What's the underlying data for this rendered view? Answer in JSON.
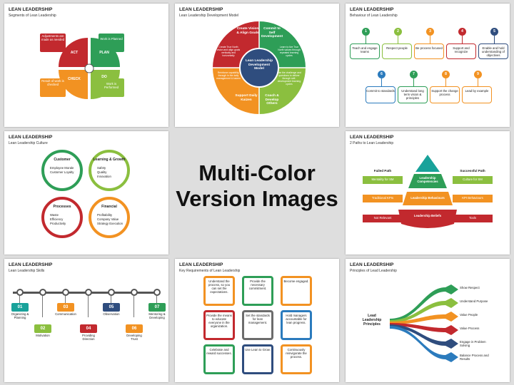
{
  "center": {
    "line1": "Multi-Color",
    "line2": "Version Images"
  },
  "s1": {
    "title": "LEAN LEADERSHIP",
    "subtitle": "Segments of Lean Leadership",
    "callouts": [
      "Adjustments are made as needed",
      "Work is Planned",
      "Result of work is checked",
      "Work is Performed"
    ],
    "quads": [
      "ACT",
      "PLAN",
      "CHECK",
      "DO"
    ]
  },
  "s2": {
    "title": "LEAN LEADERSHIP",
    "subtitle": "Lean Leadership Development Model",
    "segments": [
      "Create Vision & Align Goals",
      "Commit to Self Development",
      "Coach & Develop Others",
      "Support Daily Kaizen"
    ],
    "center": "Lean Leadership Development Model",
    "notes": [
      "Create True North vision and align goals vertically and horizontally",
      "Learn to live True North values through repeated learning cycles",
      "Use the challenge and questions to deliver through self-development learning cycles",
      "Reinforce capability, through in the daily management & kaizen"
    ]
  },
  "s3": {
    "title": "LEAN LEADERSHIP",
    "subtitle": "Behaviour of Lean Leadership",
    "row1": [
      {
        "n": "1",
        "t": "Teach and engage teams"
      },
      {
        "n": "2",
        "t": "Respect people"
      },
      {
        "n": "3",
        "t": "Be process focused"
      },
      {
        "n": "4",
        "t": "Support and recognize"
      },
      {
        "n": "5",
        "t": "Enable and hold understanding of objectives"
      }
    ],
    "row2": [
      {
        "n": "6",
        "t": "Commit to standards"
      },
      {
        "n": "7",
        "t": "Understand long term vision & principles"
      },
      {
        "n": "8",
        "t": "Support the change process"
      },
      {
        "n": "9",
        "t": "Lead by example"
      }
    ]
  },
  "s4": {
    "title": "LEAN LEADERSHIP",
    "subtitle": "Lean Leadership Culture",
    "circles": [
      {
        "h": "Customer",
        "i": [
          "Employee Morale",
          "Customer Loyalty"
        ]
      },
      {
        "h": "Learning & Growth",
        "i": [
          "Safety",
          "Quality",
          "Innovation"
        ]
      },
      {
        "h": "Processes",
        "i": [
          "Waste",
          "Efficiency",
          "Productivity"
        ]
      },
      {
        "h": "Financial",
        "i": [
          "Profitability",
          "Company Value",
          "Strategy Execution"
        ]
      }
    ]
  },
  "s5": {
    "title": "LEAN LEADERSHIP",
    "subtitle": "2 Paths to Lean Leadership",
    "failed": "Failed Path",
    "success": "Successful Path",
    "left": [
      "Mentality for SM",
      "Traditional KPIs",
      "Not Relevant"
    ],
    "right": [
      "Culture for SM",
      "KPI Behaviours",
      "Tools"
    ],
    "mid": [
      "Leadership Competencies",
      "Leadership Behaviours",
      "Leadership Beliefs"
    ]
  },
  "s6": {
    "title": "LEAN LEADERSHIP",
    "subtitle": "Lean Leadership Skills",
    "steps": [
      {
        "n": "01",
        "t": "Organizing & Planning"
      },
      {
        "n": "02",
        "t": "Motivation"
      },
      {
        "n": "03",
        "t": "Communication"
      },
      {
        "n": "04",
        "t": "Providing Direction"
      },
      {
        "n": "05",
        "t": "Observation"
      },
      {
        "n": "06",
        "t": "Developing Trust"
      },
      {
        "n": "07",
        "t": "Mentoring & Developing"
      }
    ]
  },
  "s7": {
    "title": "LEAN LEADERSHIP",
    "subtitle": "Key Requirements of Lean Leadership",
    "boxes": [
      "Understand the process, so you can set the expectations.",
      "Provide the necessary commitment.",
      "Become engaged.",
      "Provide the means to educate everyone in the organization.",
      "Set the standards for lean management.",
      "Hold managers accountable for lean progress.",
      "Celebrate and reward successes.",
      "Use Lean to Grow.",
      "Continuously reinvigorate the process."
    ]
  },
  "s8": {
    "title": "LEAN LEADERSHIP",
    "subtitle": "Principles of Lead Leadership",
    "center": "Lead Leadership Principles",
    "items": [
      "Show Respect",
      "Understand Purpose",
      "Value People",
      "Value Process",
      "Engage in Problem Solving",
      "Balance Process and Results"
    ]
  },
  "colors": {
    "green": "#2e9e57",
    "orange": "#f29222",
    "red": "#c2292e",
    "lime": "#8bbf3f",
    "navy": "#2f4d7e",
    "blue": "#2b7bbd",
    "teal": "#19a29a",
    "gray": "#6c6c6c"
  }
}
